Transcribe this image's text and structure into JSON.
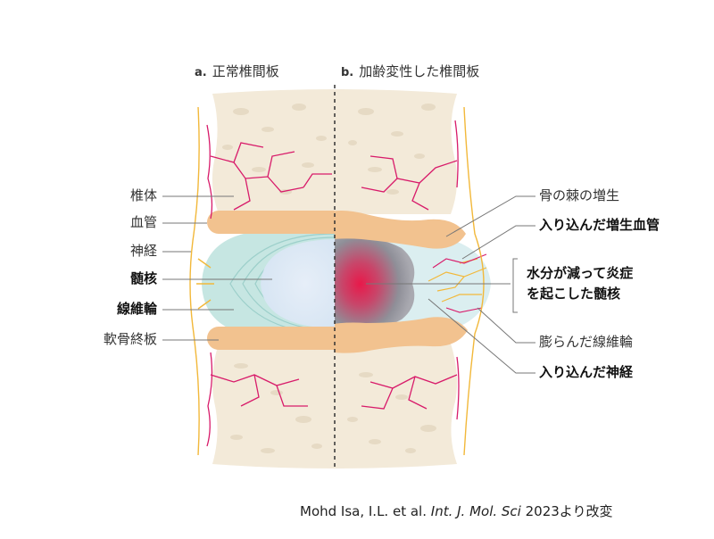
{
  "titles": {
    "a_letter": "a.",
    "a_text": "正常椎間板",
    "b_letter": "b.",
    "b_text": "加齢変性した椎間板"
  },
  "left_labels": {
    "vertebral_body": "椎体",
    "blood_vessel": "血管",
    "nerve": "神経",
    "nucleus_pulposus": "髄核",
    "annulus_fibrosus": "線維輪",
    "endplate": "軟骨終板"
  },
  "right_labels": {
    "osteophyte": "骨の棘の増生",
    "ingrown_vessels": "入り込んだ増生血管",
    "inflamed_nucleus_line1": "水分が減って炎症",
    "inflamed_nucleus_line2": "を起こした髄核",
    "bulging_annulus": "膨らんだ線維輪",
    "ingrown_nerves": "入り込んだ神経"
  },
  "citation": {
    "authors": "Mohd Isa, I.L. et al.",
    "journal": "Int. J. Mol. Sci",
    "year_note": "2023より改変"
  },
  "colors": {
    "bone": "#f3ead9",
    "endplate": "#f2c28f",
    "vessel": "#d81b6a",
    "nerve": "#f2b83a",
    "nucleus_normal": "#dfeaf5",
    "annulus": "#bfe3e0",
    "inflamed": "#e8194a"
  }
}
